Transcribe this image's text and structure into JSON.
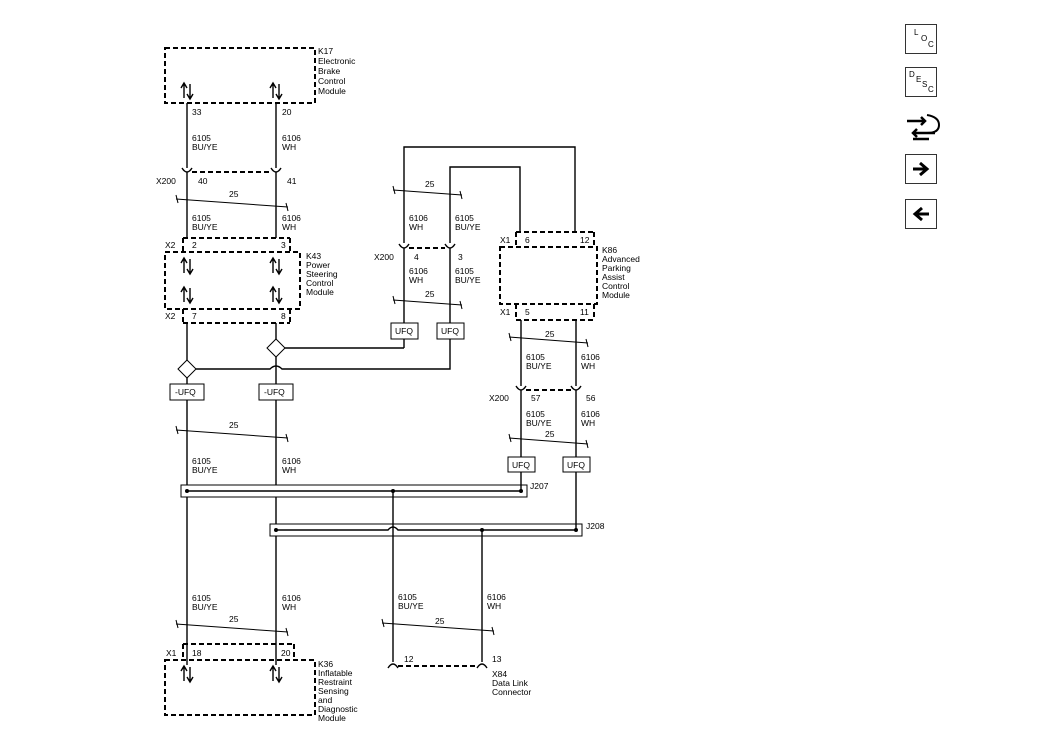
{
  "components": {
    "k17": {
      "lines": [
        "K17",
        "Electronic",
        "Brake",
        "Control",
        "Module"
      ]
    },
    "k43": {
      "lines": [
        "K43",
        "Power",
        "Steering",
        "Control",
        "Module"
      ]
    },
    "k86": {
      "lines": [
        "K86",
        "Advanced",
        "Parking",
        "Assist",
        "Control",
        "Module"
      ]
    },
    "k36": {
      "lines": [
        "K36",
        "Inflatable",
        "Restraint",
        "Sensing",
        "and",
        "Diagnostic",
        "Module"
      ]
    },
    "x84": {
      "lines": [
        "X84",
        "Data Link",
        "Connector"
      ]
    }
  },
  "connectors": {
    "x200": "X200",
    "x2": "X2",
    "x1": "X1"
  },
  "splices": {
    "j207": "J207",
    "j208": "J208"
  },
  "wires": {
    "c6105": "6105",
    "c6106": "6106",
    "bu_ye": "BU/YE",
    "wh": "WH",
    "twist": "25"
  },
  "pins": {
    "k17_a": "33",
    "k17_b": "20",
    "x200_40": "40",
    "x200_41": "41",
    "k43_2": "2",
    "k43_3": "3",
    "k43_7": "7",
    "k43_8": "8",
    "x200_4": "4",
    "x200_3": "3",
    "k86_6": "6",
    "k86_12": "12",
    "k86_5": "5",
    "k86_11": "11",
    "x200_57": "57",
    "x200_56": "56",
    "k36_18": "18",
    "k36_20": "20",
    "x84_12": "12",
    "x84_13": "13"
  },
  "ufq": {
    "ufq": "UFQ",
    "neg_ufq": "-UFQ"
  },
  "nav": {
    "loc": {
      "l": "L",
      "o": "O",
      "c": "C"
    },
    "desc": {
      "d": "D",
      "e": "E",
      "s": "S",
      "c": "C"
    },
    "arrow_right": "→",
    "arrow_left": "←"
  }
}
